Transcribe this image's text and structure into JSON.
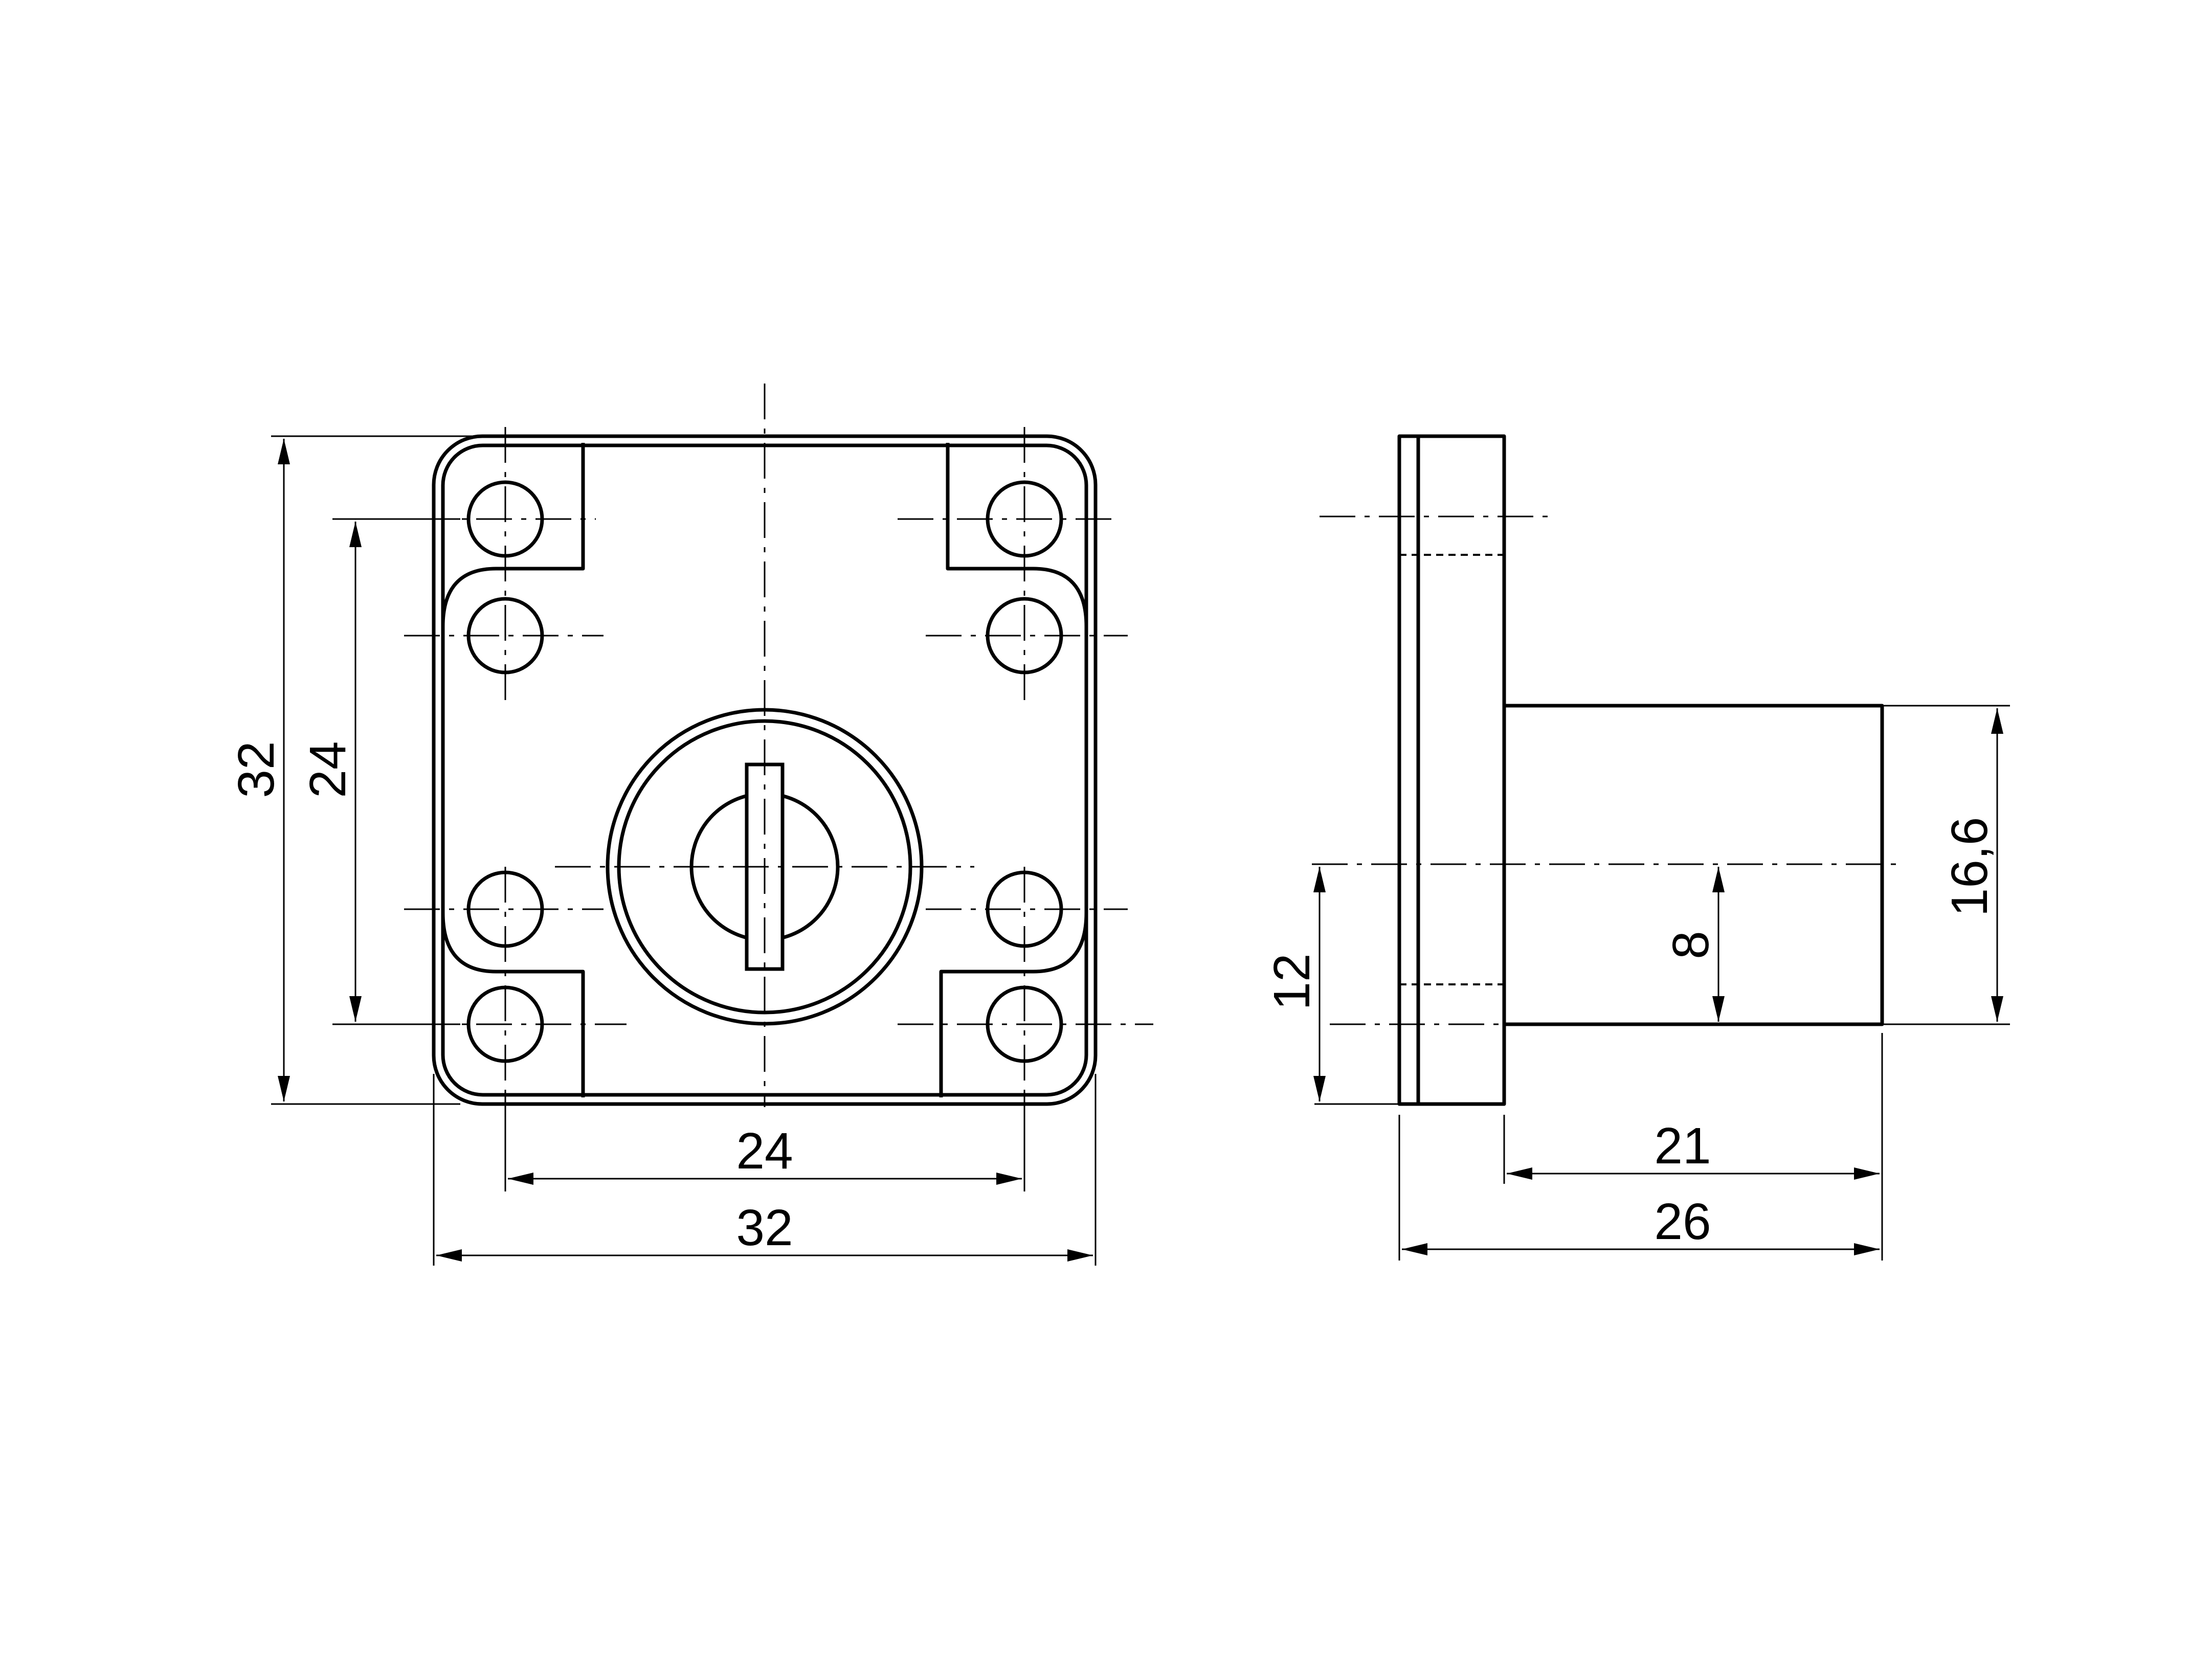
{
  "front_view": {
    "dim_width_outer": "32",
    "dim_width_holes": "24",
    "dim_height_outer": "32",
    "dim_height_holes": "24"
  },
  "side_view": {
    "dim_total_length": "26",
    "dim_cylinder_length": "21",
    "dim_cylinder_diameter": "16,6",
    "dim_center_height": "12",
    "dim_hole_offset": "8"
  },
  "colors": {
    "line": "#000000",
    "background": "#ffffff"
  }
}
